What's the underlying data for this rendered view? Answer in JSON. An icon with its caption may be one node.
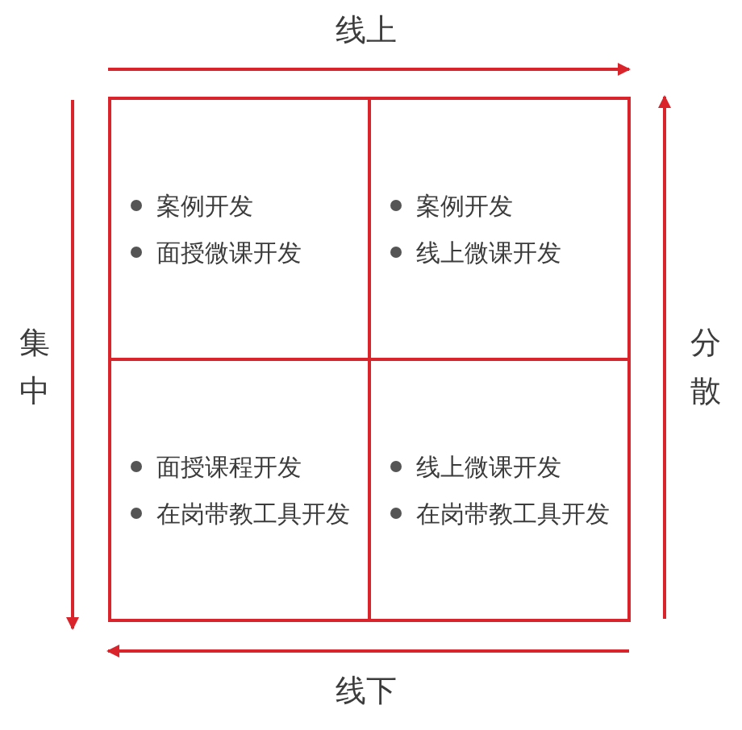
{
  "diagram": {
    "nodes": [
      {
        "text": [
          "案例开发",
          "面授微课开发"
        ]
      },
      {
        "text": [
          "案例开发",
          "线上微课开发"
        ]
      },
      {
        "text": [
          "面授课程开发",
          "在岗带教工具开发"
        ]
      },
      {
        "text": [
          "线上微课开发",
          "在岗带教工具开发"
        ]
      }
    ],
    "labels": [
      "线上",
      "集中",
      "分散",
      "线下"
    ]
  }
}
